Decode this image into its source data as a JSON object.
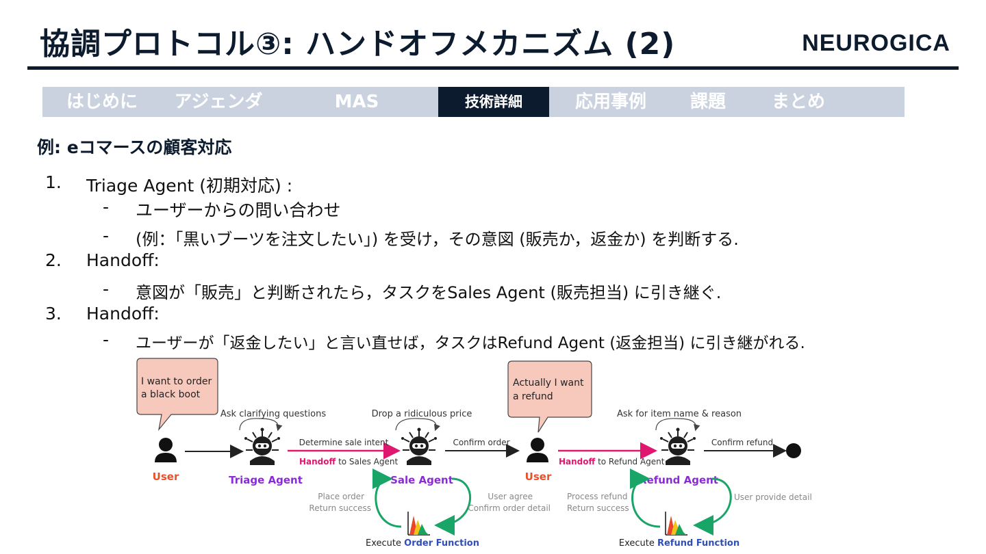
{
  "title": "協調プロトコル③: ハンドオフメカニズム (2)",
  "logo": "NEUROGICA",
  "nav": {
    "items": [
      "はじめに",
      "アジェンダ",
      "MAS",
      "技術詳細",
      "応用事例",
      "課題",
      "まとめ"
    ],
    "active_index": 3
  },
  "section_heading": "例: eコマースの顧客対応",
  "list": [
    {
      "num": "1.",
      "text": "Triage Agent (初期対応) :",
      "subs": [
        "ユーザーからの問い合わせ",
        "(例：「黒いブーツを注文したい」) を受け，その意図 (販売か，返金か) を判断する."
      ]
    },
    {
      "num": "2.",
      "text": "Handoff:",
      "subs": [
        "意図が「販売」と判断されたら，タスクをSales Agent (販売担当) に引き継ぐ."
      ]
    },
    {
      "num": "3.",
      "text": "Handoff:",
      "subs": [
        "ユーザーが「返金したい」と言い直せば，タスクはRefund Agent (返金担当) に引き継がれる."
      ]
    }
  ],
  "diagram": {
    "bubble1": [
      "I want to order",
      "a black boot"
    ],
    "bubble2": [
      "Actually I want",
      "a refund"
    ],
    "user1": "User",
    "user2": "User",
    "triage": "Triage Agent",
    "sale": "Sale Agent",
    "refund": "Refund Agent",
    "ask_clarify": "Ask clarifying questions",
    "drop_price": "Drop a ridiculous price",
    "ask_item": "Ask for item name & reason",
    "determine": "Determine sale intent",
    "handoff_bold": "Handoff",
    "to_sales": " to Sales Agent",
    "to_refund": " to Refund Agent",
    "confirm_order": "Confirm order",
    "confirm_refund": "Confirm refund",
    "place_order": "Place order",
    "return_success": "Return success",
    "user_agree": "User agree",
    "confirm_detail": "Confirm order detail",
    "process_refund": "Process refund",
    "return_success2": "Return success",
    "user_provide": "User provide detail",
    "execute": "Execute ",
    "order_function": "Order Function",
    "refund_function": "Refund Function",
    "colors": {
      "user": "#e8512b",
      "agent": "#8a2bd6",
      "handoff": "#e0176f",
      "loop": "#18a567",
      "func": "#2f4fb8",
      "bubble": "#f7c9bd"
    }
  }
}
